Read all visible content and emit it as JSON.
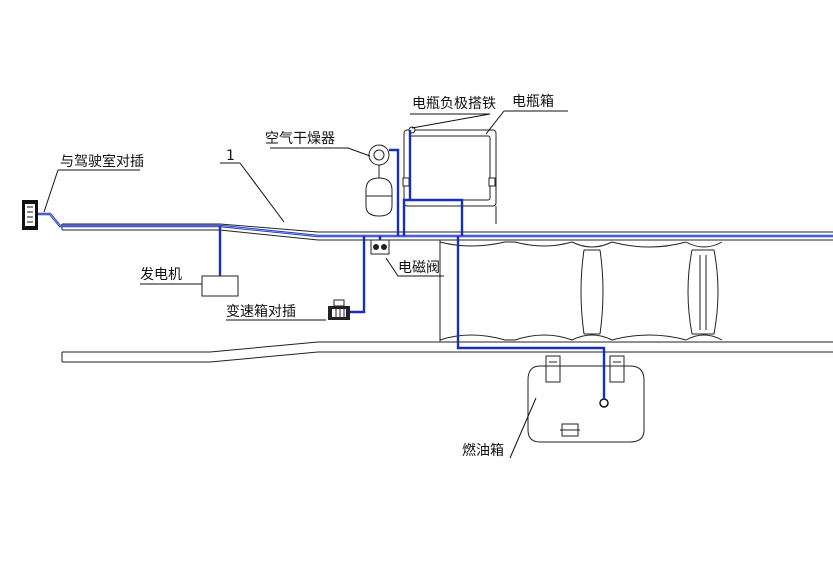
{
  "labels": {
    "cab_connector": "与驾驶室对插",
    "harness_number": "1",
    "air_dryer": "空气干燥器",
    "battery_negative_ground": "电瓶负极搭铁",
    "battery_box": "电瓶箱",
    "generator": "发电机",
    "solenoid_valve": "电磁阀",
    "transmission_connector": "变速箱对插",
    "fuel_tank": "燃油箱"
  },
  "colors": {
    "harness": "#1a2fb5",
    "frame": "#222222",
    "text": "#111111"
  }
}
